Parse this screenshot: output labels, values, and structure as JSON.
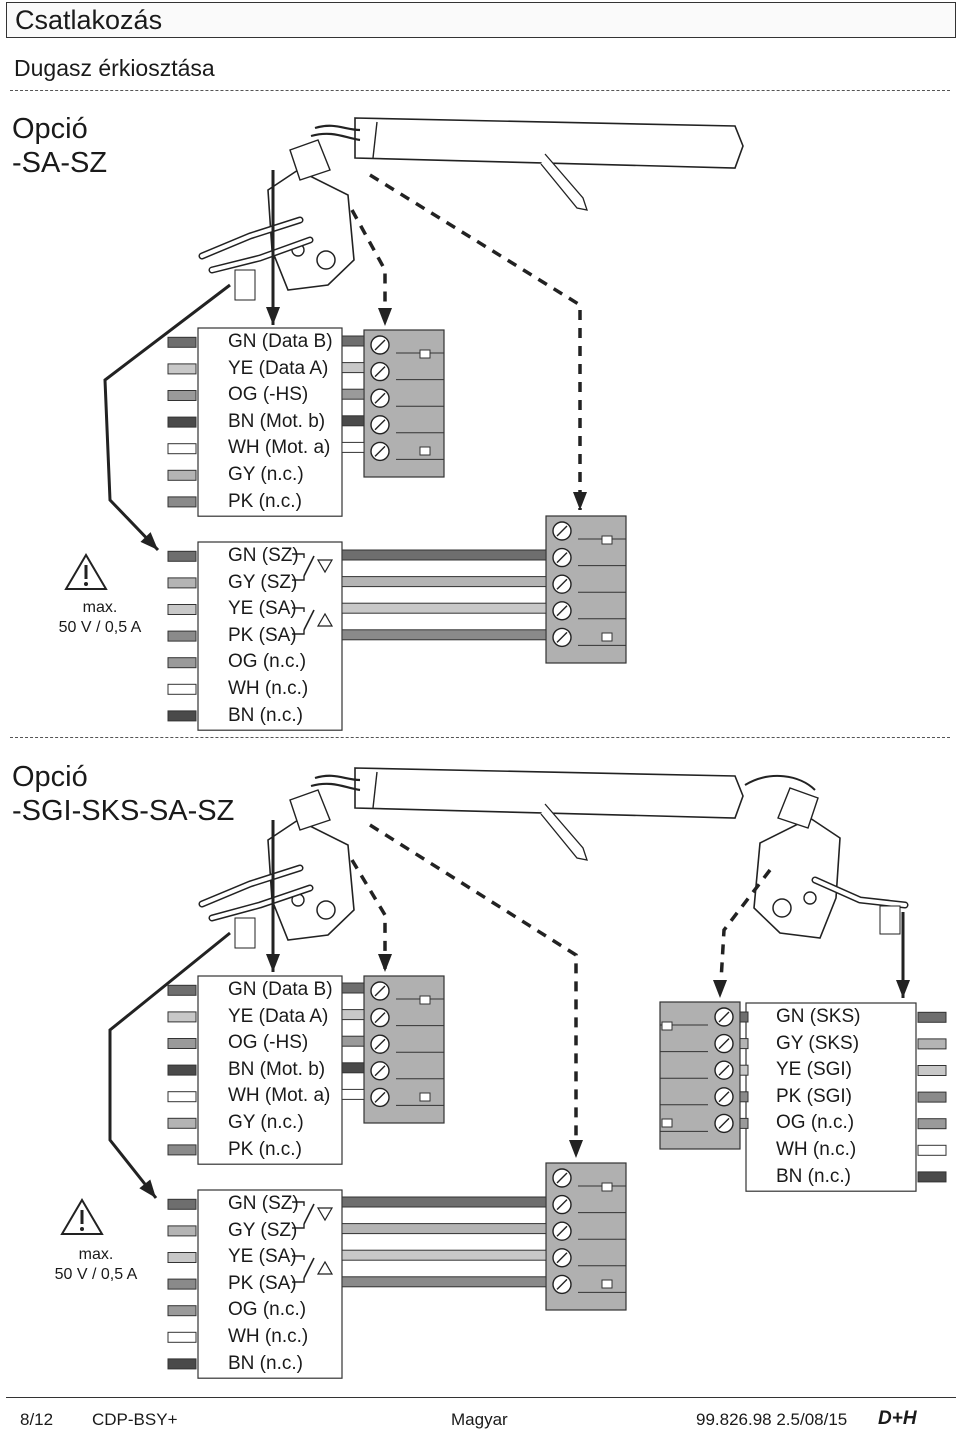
{
  "header": {
    "title": "Csatlakozás"
  },
  "subtitle": "Dugasz érkiosztása",
  "option1": {
    "line1": "Opció",
    "line2": "-SA-SZ"
  },
  "option2": {
    "line1": "Opció",
    "line2": "-SGI-SKS-SA-SZ"
  },
  "warning": {
    "line1": "max.",
    "line2": "50 V / 0,5 A"
  },
  "block_main": [
    "GN (Data B)",
    "YE (Data A)",
    "OG (-HS)",
    "BN (Mot. b)",
    "WH (Mot. a)",
    "GY (n.c.)",
    "PK (n.c.)"
  ],
  "block_switch": [
    "GN (SZ)",
    "GY (SZ)",
    "YE (SA)",
    "PK (SA)",
    "OG (n.c.)",
    "WH (n.c.)",
    "BN (n.c.)"
  ],
  "block_sks": [
    "GN (SKS)",
    "GY (SKS)",
    "YE (SGI)",
    "PK (SGI)",
    "OG (n.c.)",
    "WH (n.c.)",
    "BN (n.c.)"
  ],
  "colors": {
    "GN": "#6e6e6e",
    "YE": "#c8c8c8",
    "OG": "#9a9a9a",
    "BN": "#4a4a4a",
    "WH": "#ffffff",
    "GY": "#b4b4b4",
    "PK": "#8a8a8a",
    "connector": "#b0b0b0"
  },
  "footer": {
    "page": "8/12",
    "product": "CDP-BSY+",
    "language": "Magyar",
    "doc": "99.826.98 2.5/08/15",
    "logo": "D+H"
  }
}
